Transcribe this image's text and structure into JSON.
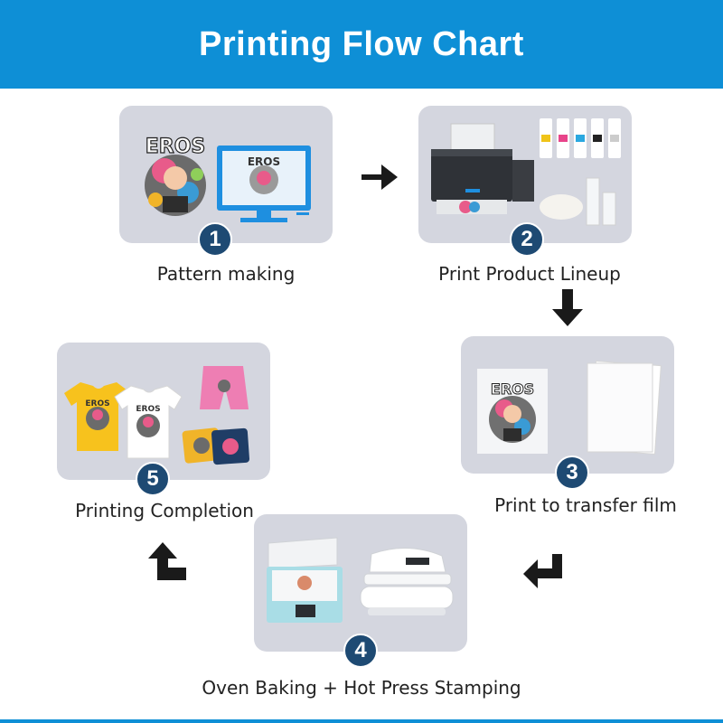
{
  "header": {
    "title": "Printing Flow Chart"
  },
  "steps": [
    {
      "number": "1",
      "caption": "Pattern making",
      "art_text": "EROS"
    },
    {
      "number": "2",
      "caption": "Print Product Lineup"
    },
    {
      "number": "3",
      "caption": "Print to transfer film",
      "art_text": "EROS"
    },
    {
      "number": "4",
      "caption": "Oven Baking + Hot Press Stamping"
    },
    {
      "number": "5",
      "caption": "Printing Completion",
      "art_text": "EROS"
    }
  ],
  "colors": {
    "header": "#0e8fd6",
    "badge": "#1e4a73",
    "panel": "#d4d6df"
  },
  "icons": [
    "arrow-right-icon",
    "arrow-down-icon",
    "arrow-return-left-icon",
    "arrow-turn-up-icon"
  ]
}
